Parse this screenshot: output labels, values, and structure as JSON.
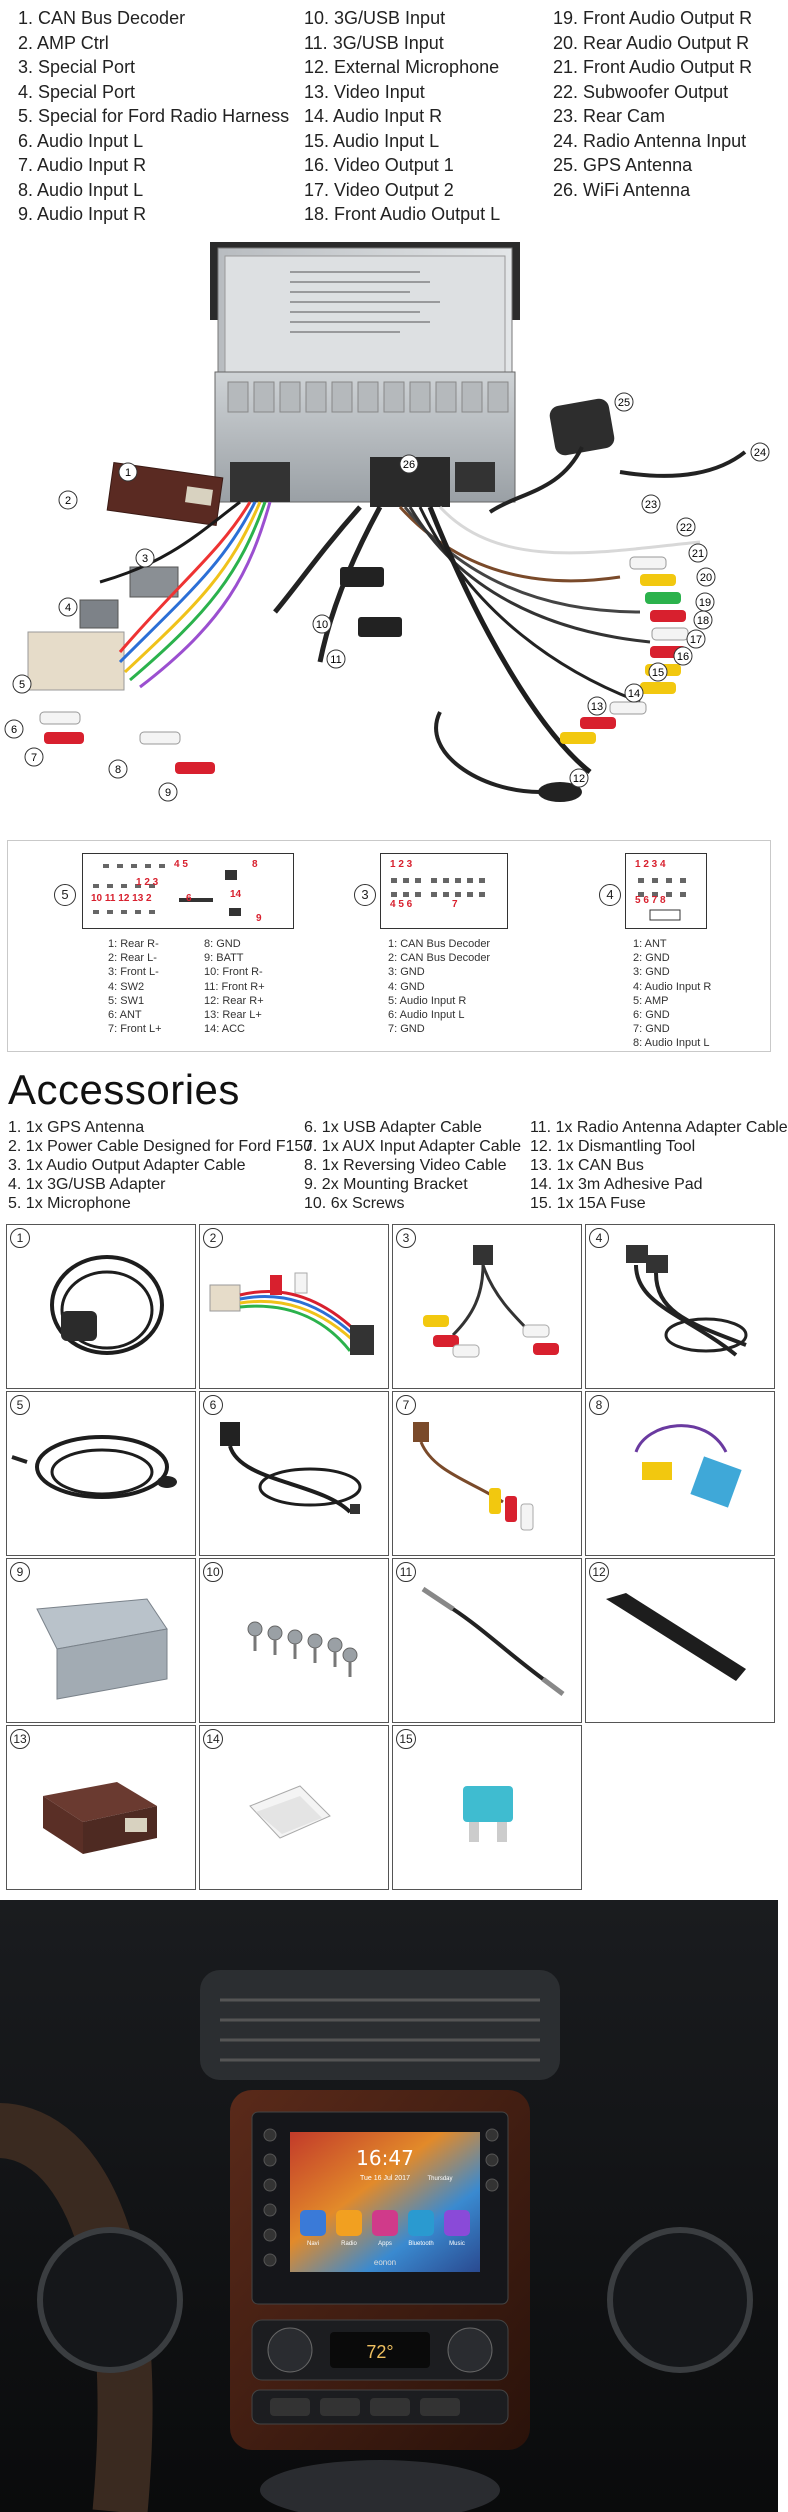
{
  "legend": {
    "col1": [
      "1. CAN Bus Decoder",
      "2. AMP Ctrl",
      "3. Special Port",
      "4. Special Port",
      "5. Special for Ford Radio Harness",
      "6. Audio Input  L",
      "7. Audio Input R",
      "8. Audio Input L",
      "9. Audio Input R"
    ],
    "col2": [
      "10. 3G/USB Input",
      "11. 3G/USB Input",
      "12. External Microphone",
      "13. Video Input",
      "14. Audio Input R",
      "15. Audio Input L",
      "16. Video Output 1",
      "17. Video Output 2",
      "18. Front  Audio Output L"
    ],
    "col3": [
      "19. Front Audio Output R",
      "20. Rear Audio Output R",
      "21. Front Audio Output R",
      "22. Subwoofer Output",
      "23. Rear Cam",
      "24. Radio Antenna Input",
      "25. GPS Antenna",
      "26. WiFi Antenna"
    ]
  },
  "wiring_callouts": [
    "1",
    "2",
    "3",
    "4",
    "5",
    "6",
    "7",
    "8",
    "9",
    "10",
    "11",
    "12",
    "13",
    "14",
    "15",
    "16",
    "17",
    "18",
    "19",
    "20",
    "21",
    "22",
    "23",
    "24",
    "25",
    "26"
  ],
  "pinout": {
    "connector5": {
      "num": "5",
      "red_top": "4 5",
      "red_mid": "1 2 3",
      "red_left": "10 11 12 13 2",
      "red_6": "6",
      "red_8": "8",
      "red_14": "14",
      "red_9": "9",
      "pins_left": [
        "1: Rear R-",
        "2: Rear L-",
        "3: Front L-",
        "4: SW2",
        "5: SW1",
        "6: ANT",
        "7: Front L+"
      ],
      "pins_right": [
        "8:  GND",
        "9:  BATT",
        "10: Front R-",
        "11: Front R+",
        "12: Rear R+",
        "13: Rear L+",
        "14: ACC"
      ]
    },
    "connector3": {
      "num": "3",
      "red_top": "1 2 3",
      "red_bot": "4 5 6",
      "red_7": "7",
      "pins": [
        "1: CAN Bus Decoder",
        "2: CAN Bus Decoder",
        "3: GND",
        "4: GND",
        "5: Audio Input R",
        "6: Audio Input L",
        "7: GND"
      ]
    },
    "connector4": {
      "num": "4",
      "red_top": "1 2 3 4",
      "red_bot": "5 6 7 8",
      "pins": [
        "1: ANT",
        "2: GND",
        "3: GND",
        "4: Audio Input R",
        "5: AMP",
        "6: GND",
        "7: GND",
        "8: Audio Input L"
      ]
    }
  },
  "accessories": {
    "title": "Accessories",
    "col1": [
      "1.  1x GPS Antenna",
      "2.  1x Power Cable Designed for Ford F150",
      "3.  1x Audio Output Adapter Cable",
      "4.  1x 3G/USB Adapter",
      "5.  1x Microphone"
    ],
    "col2": [
      "6.  1x USB Adapter Cable",
      "7.  1x AUX Input Adapter Cable",
      "8.  1x Reversing Video Cable",
      "9.  2x Mounting Bracket",
      "10. 6x Screws"
    ],
    "col3": [
      "11. 1x Radio Antenna  Adapter Cable",
      "12. 1x Dismantling Tool",
      "13. 1x CAN Bus",
      "14. 1x 3m Adhesive Pad",
      "15. 1x 15A Fuse"
    ],
    "cells": [
      "1",
      "2",
      "3",
      "4",
      "5",
      "6",
      "7",
      "8",
      "9",
      "10",
      "11",
      "12",
      "13",
      "14",
      "15"
    ]
  },
  "photo": {
    "screen_time": "16:47",
    "screen_date": "Tue 16 Jul 2017",
    "screen_weather": "Thursday",
    "app_labels": [
      "Navi",
      "Radio",
      "Apps",
      "Bluetooth",
      "Music"
    ],
    "brand": "eonon",
    "climate_temp": "72°"
  },
  "colors": {
    "pin_red": "#d8202e",
    "wire_red": "#d8202e",
    "wire_yellow": "#f2c80f",
    "wire_white": "#f4f4f4"
  }
}
